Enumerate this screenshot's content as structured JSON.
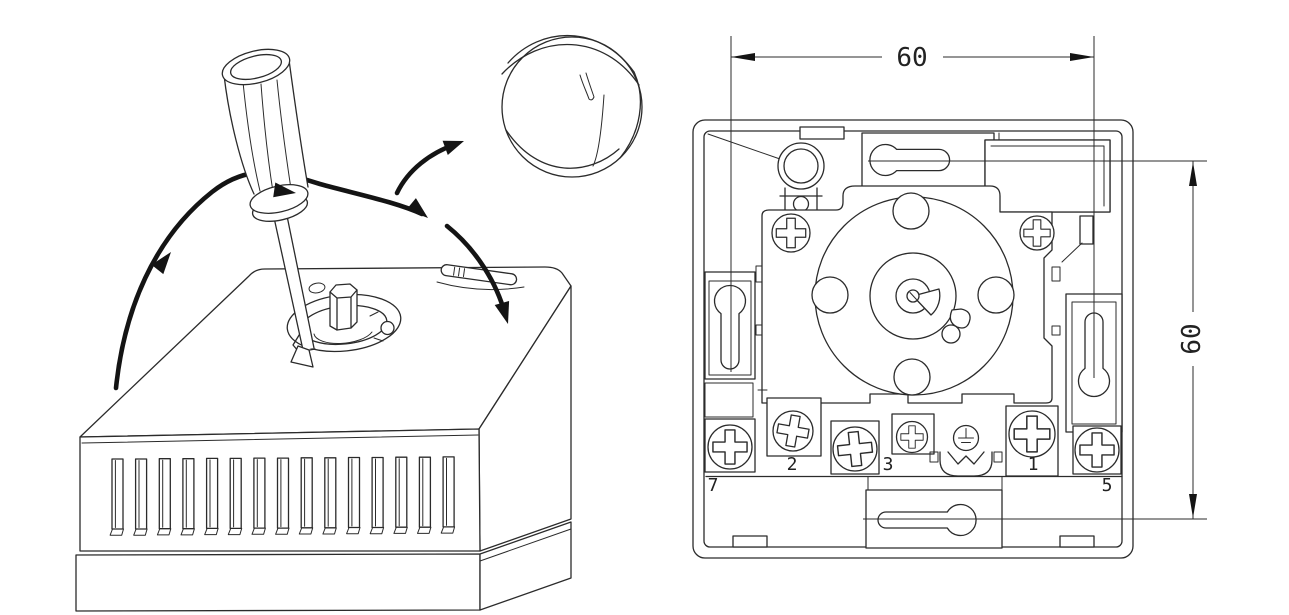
{
  "figure": {
    "plan_view": {
      "dimensions": {
        "width": {
          "label": "60"
        },
        "height": {
          "label": "60"
        }
      },
      "terminals": [
        {
          "label": "7"
        },
        {
          "label": "2"
        },
        {
          "label": "3"
        },
        {
          "label": "1"
        },
        {
          "label": "5"
        }
      ]
    },
    "icons": {
      "screwdriver": "screwdriver-icon",
      "rotation_arrows": "rotation-arrow-icon",
      "knob_detail": "knob-detail-icon",
      "vent_grille": "vent-grille-icon",
      "hex_spindle": "hex-spindle-icon",
      "phillips_screw": "phillips-screw-icon",
      "earth_terminal": "earth-symbol-icon",
      "mounting_slot": "keyhole-slot-icon",
      "cable_clamp": "cable-clamp-icon"
    },
    "colors": {
      "line": "#2b2b2b",
      "arrow": "#141414",
      "background": "#ffffff"
    }
  }
}
